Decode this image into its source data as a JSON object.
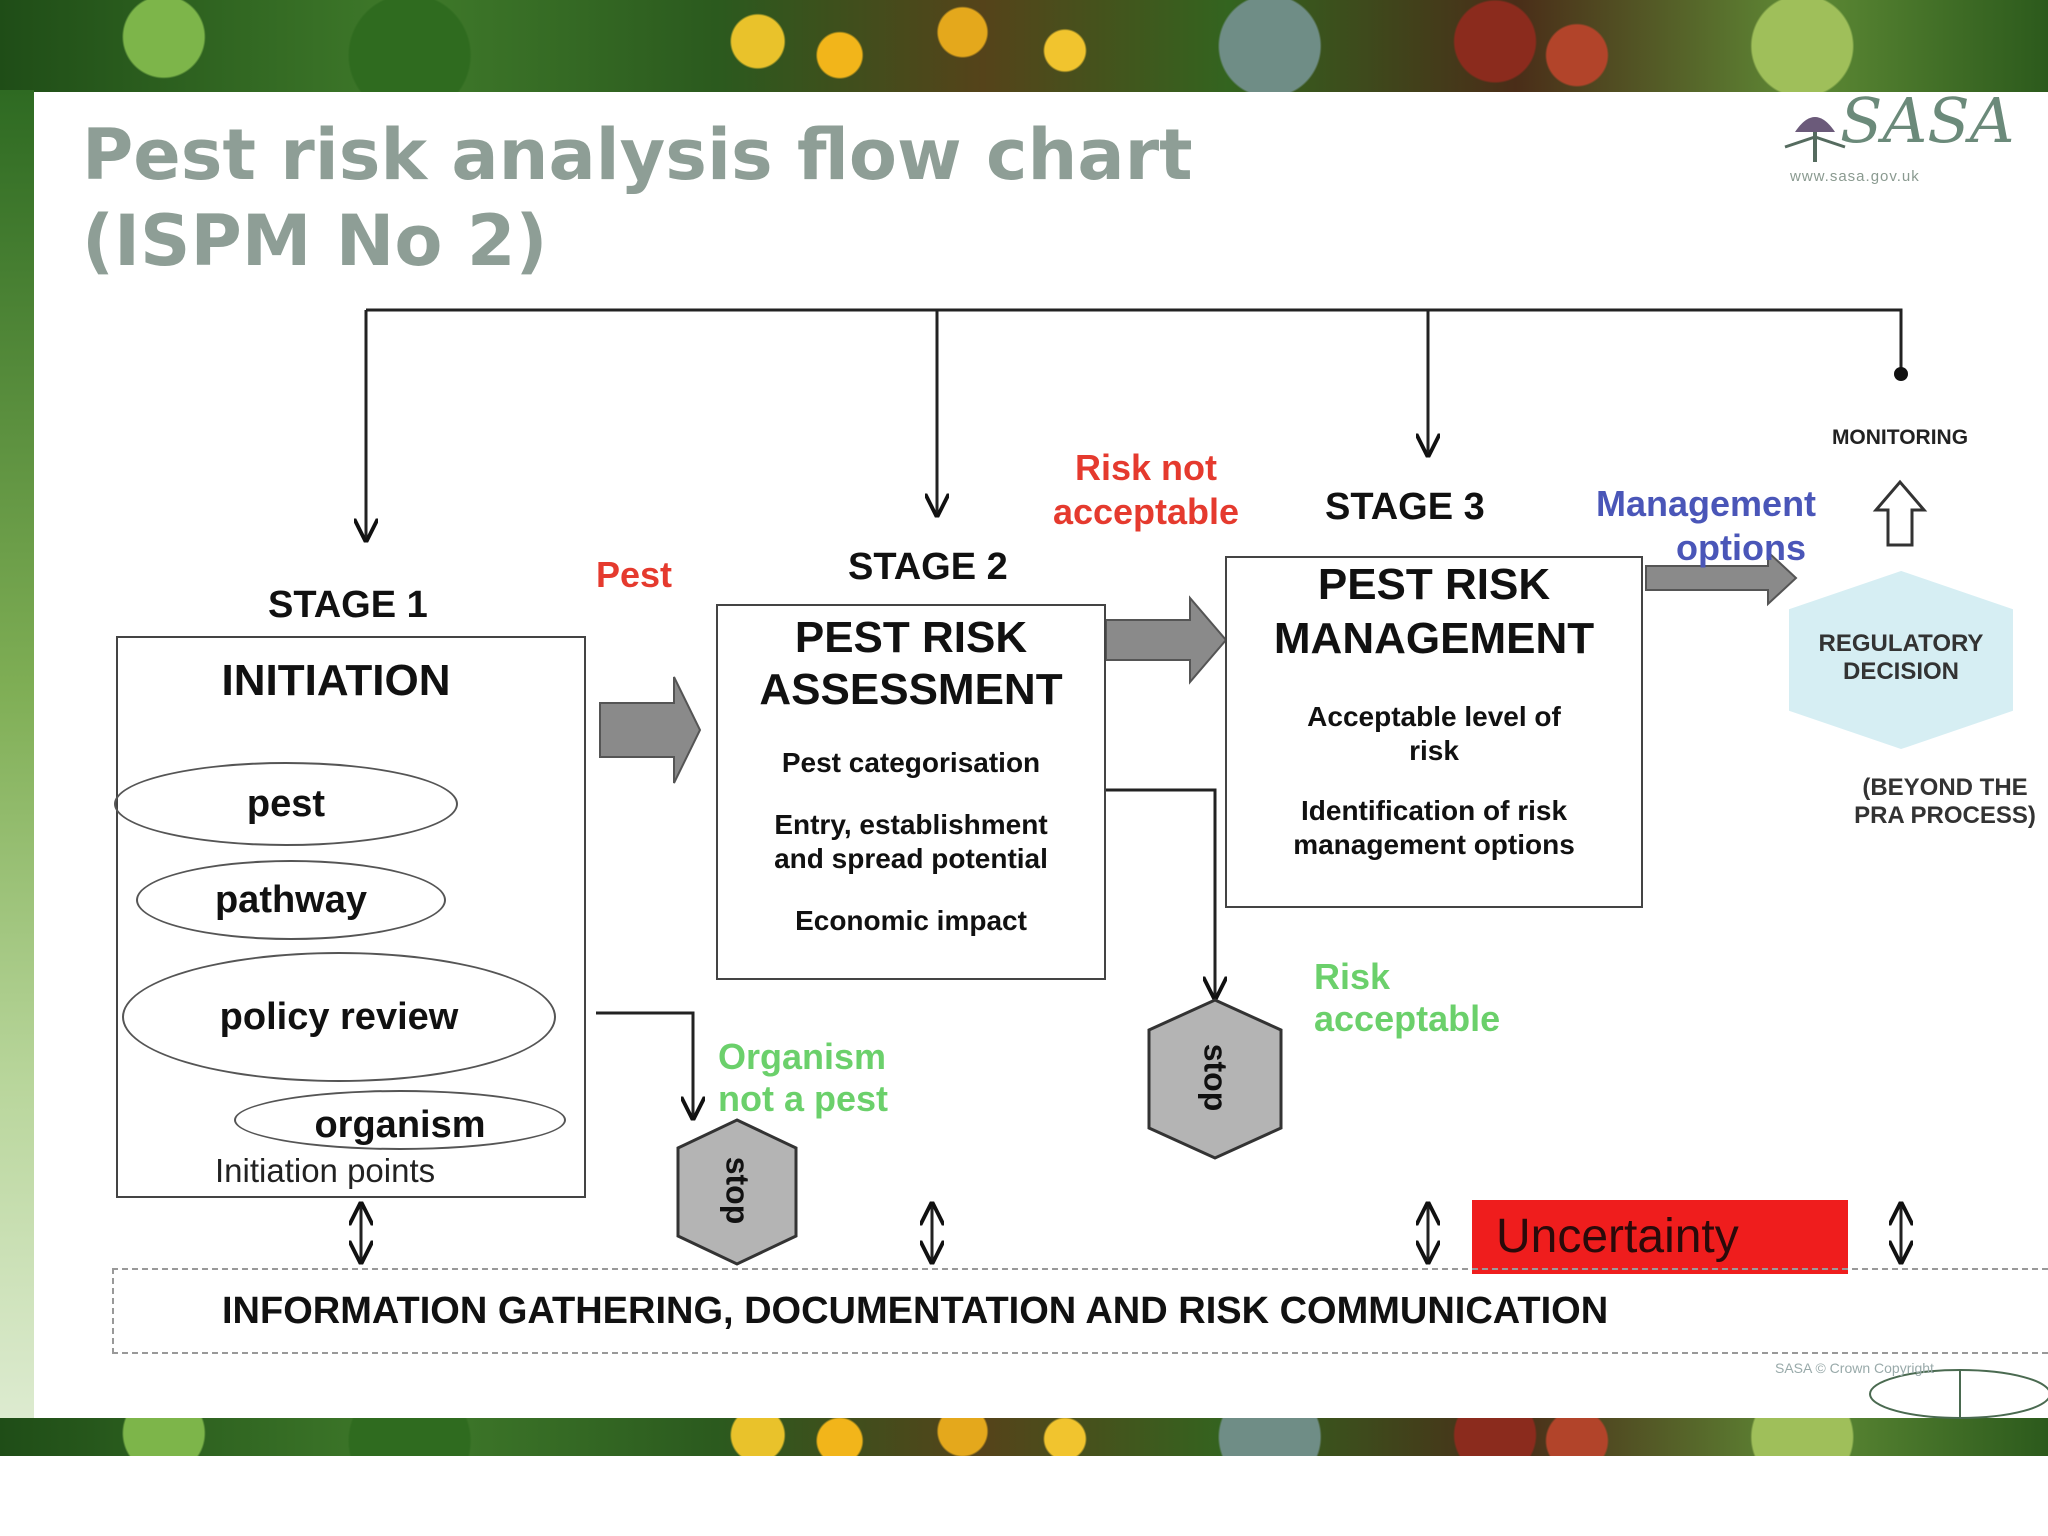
{
  "title": {
    "line1": "Pest risk analysis flow chart",
    "line2": "(ISPM No 2)"
  },
  "logo": {
    "name": "SASA",
    "url": "www.sasa.gov.uk"
  },
  "stage1": {
    "label": "STAGE 1",
    "title": "INITIATION",
    "items": [
      "pest",
      "pathway",
      "policy review",
      "organism"
    ],
    "caption": "Initiation points"
  },
  "stage2": {
    "label": "STAGE 2",
    "title": "PEST RISK ASSESSMENT",
    "items": [
      "Pest categorisation",
      "Entry, establishment and spread potential",
      "Economic impact"
    ]
  },
  "stage3": {
    "label": "STAGE 3",
    "title": "PEST RISK MANAGEMENT",
    "items": [
      "Acceptable level of risk",
      "Identification of risk management options"
    ]
  },
  "flow_labels": {
    "pest": "Pest",
    "risk_not_acceptable": "Risk not acceptable",
    "management_options": "Management options",
    "organism_not_a_pest": "Organism not a pest",
    "risk_acceptable": "Risk acceptable"
  },
  "stop_labels": [
    "stop",
    "stop"
  ],
  "monitoring": "MONITORING",
  "regulatory_decision": "REGULATORY DECISION",
  "beyond": "(BEYOND THE PRA PROCESS)",
  "uncertainty": "Uncertainty",
  "info_bar": "INFORMATION GATHERING, DOCUMENTATION AND RISK COMMUNICATION",
  "footer_credit": "SASA © Crown Copyright",
  "colors": {
    "title": "#8e9e96",
    "red_label": "#e53a2e",
    "green_label": "#6bd06b",
    "blue_label": "#4a56b8",
    "uncertainty_bg": "#ef1d1d",
    "hexagon_fill": "#d6eef3",
    "stop_fill": "#b4b4b4",
    "arrow_fill": "#8a8a8a"
  }
}
